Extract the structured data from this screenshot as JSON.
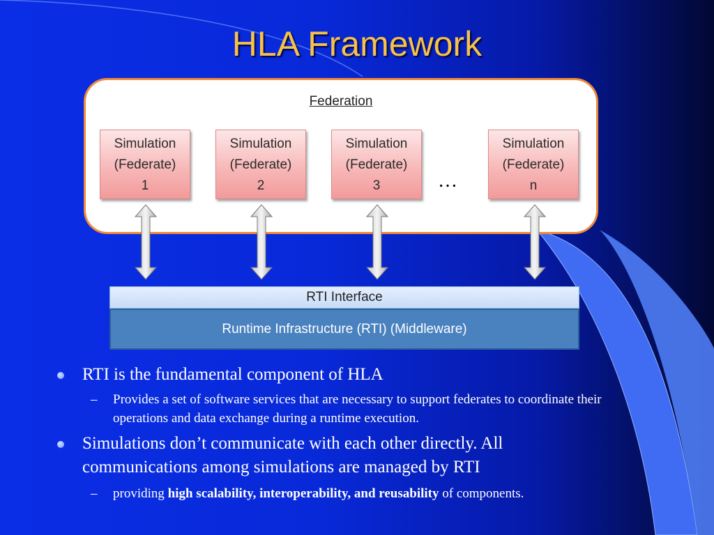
{
  "title": "HLA Framework",
  "diagram": {
    "federation_label": "Federation",
    "federates": [
      {
        "line1": "Simulation",
        "line2": "(Federate)",
        "line3": "1"
      },
      {
        "line1": "Simulation",
        "line2": "(Federate)",
        "line3": "2"
      },
      {
        "line1": "Simulation",
        "line2": "(Federate)",
        "line3": "3"
      },
      {
        "line1": "Simulation",
        "line2": "(Federate)",
        "line3": "n"
      }
    ],
    "ellipsis": "…",
    "rti_interface_label": "RTI Interface",
    "rti_label": "Runtime Infrastructure (RTI) (Middleware)"
  },
  "bullets": [
    {
      "text": "RTI is the fundamental component of HLA",
      "sub": "Provides a set of software services that are necessary to support federates to coordinate their operations and data exchange during a runtime execution."
    },
    {
      "text": "Simulations don’t communicate with each other directly. All communications among simulations are managed by RTI",
      "sub_prefix": "providing",
      "sub_bold": "high scalability, interoperability, and reusability",
      "sub_suffix": "of components."
    }
  ],
  "colors": {
    "title": "#f6c24a",
    "federation_border": "#f08a3a",
    "federate_fill": "#f7b5b5",
    "rti_interface_fill": "#c8dcf6",
    "rti_fill": "#4a82c0"
  }
}
